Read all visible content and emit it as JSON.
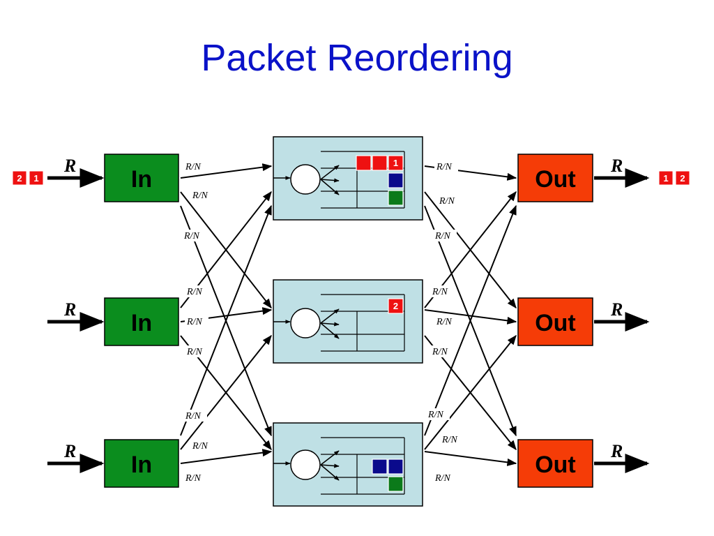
{
  "title": "Packet Reordering",
  "colors": {
    "title": "#0a12c8",
    "input_box": "#0b8d1e",
    "output_box": "#f53c07",
    "switch_box": "#bfe0e5",
    "packet_red": "#ee1111",
    "packet_blue": "#0a0a8c",
    "packet_green": "#0b7a1a"
  },
  "labels": {
    "input": "In",
    "output": "Out",
    "line_rate": "R",
    "link_rate": "R/N"
  },
  "arrivals": [
    "2",
    "1"
  ],
  "departures": [
    "1",
    "2"
  ],
  "switches": [
    {
      "queues": [
        [
          "1",
          "",
          ""
        ],
        [
          "blue"
        ],
        [
          "green"
        ]
      ]
    },
    {
      "queues": [
        [
          "2"
        ],
        [],
        []
      ]
    },
    {
      "queues": [
        [],
        [
          "blue",
          "blue"
        ],
        [
          "green"
        ]
      ]
    }
  ]
}
